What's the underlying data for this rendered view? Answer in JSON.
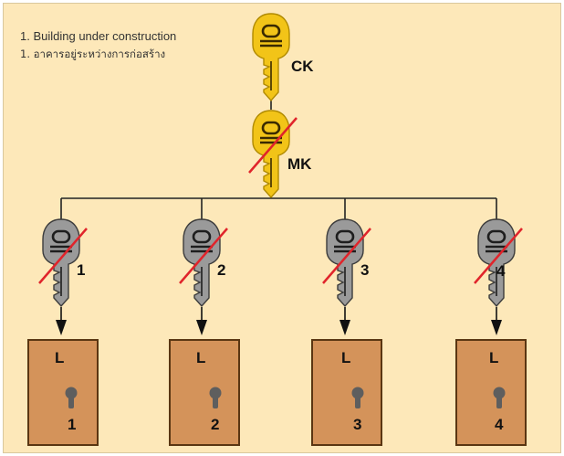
{
  "notes": {
    "english": "1. Building under construction",
    "thai": "1. อาคารอยู่ระหว่างการก่อสร้าง"
  },
  "keys": {
    "construction": {
      "label": "CK",
      "crossed": false
    },
    "master": {
      "label": "MK",
      "crossed": true
    },
    "individual": [
      {
        "label": "1",
        "crossed": true
      },
      {
        "label": "2",
        "crossed": true
      },
      {
        "label": "3",
        "crossed": true
      },
      {
        "label": "4",
        "crossed": true
      }
    ]
  },
  "doors": [
    {
      "top_label": "L",
      "number": "1"
    },
    {
      "top_label": "L",
      "number": "2"
    },
    {
      "top_label": "L",
      "number": "3"
    },
    {
      "top_label": "L",
      "number": "4"
    }
  ],
  "colors": {
    "background": "#fde8b9",
    "gold_key": "#f2c418",
    "gold_key_dark": "#b08a00",
    "grey_key": "#9a9a9a",
    "grey_key_dark": "#3c3c3c",
    "cross_line": "#e0242b",
    "door_fill": "#d4935a",
    "door_border": "#5a3612",
    "keyhole": "#5e5e5e",
    "connector": "#222222"
  }
}
